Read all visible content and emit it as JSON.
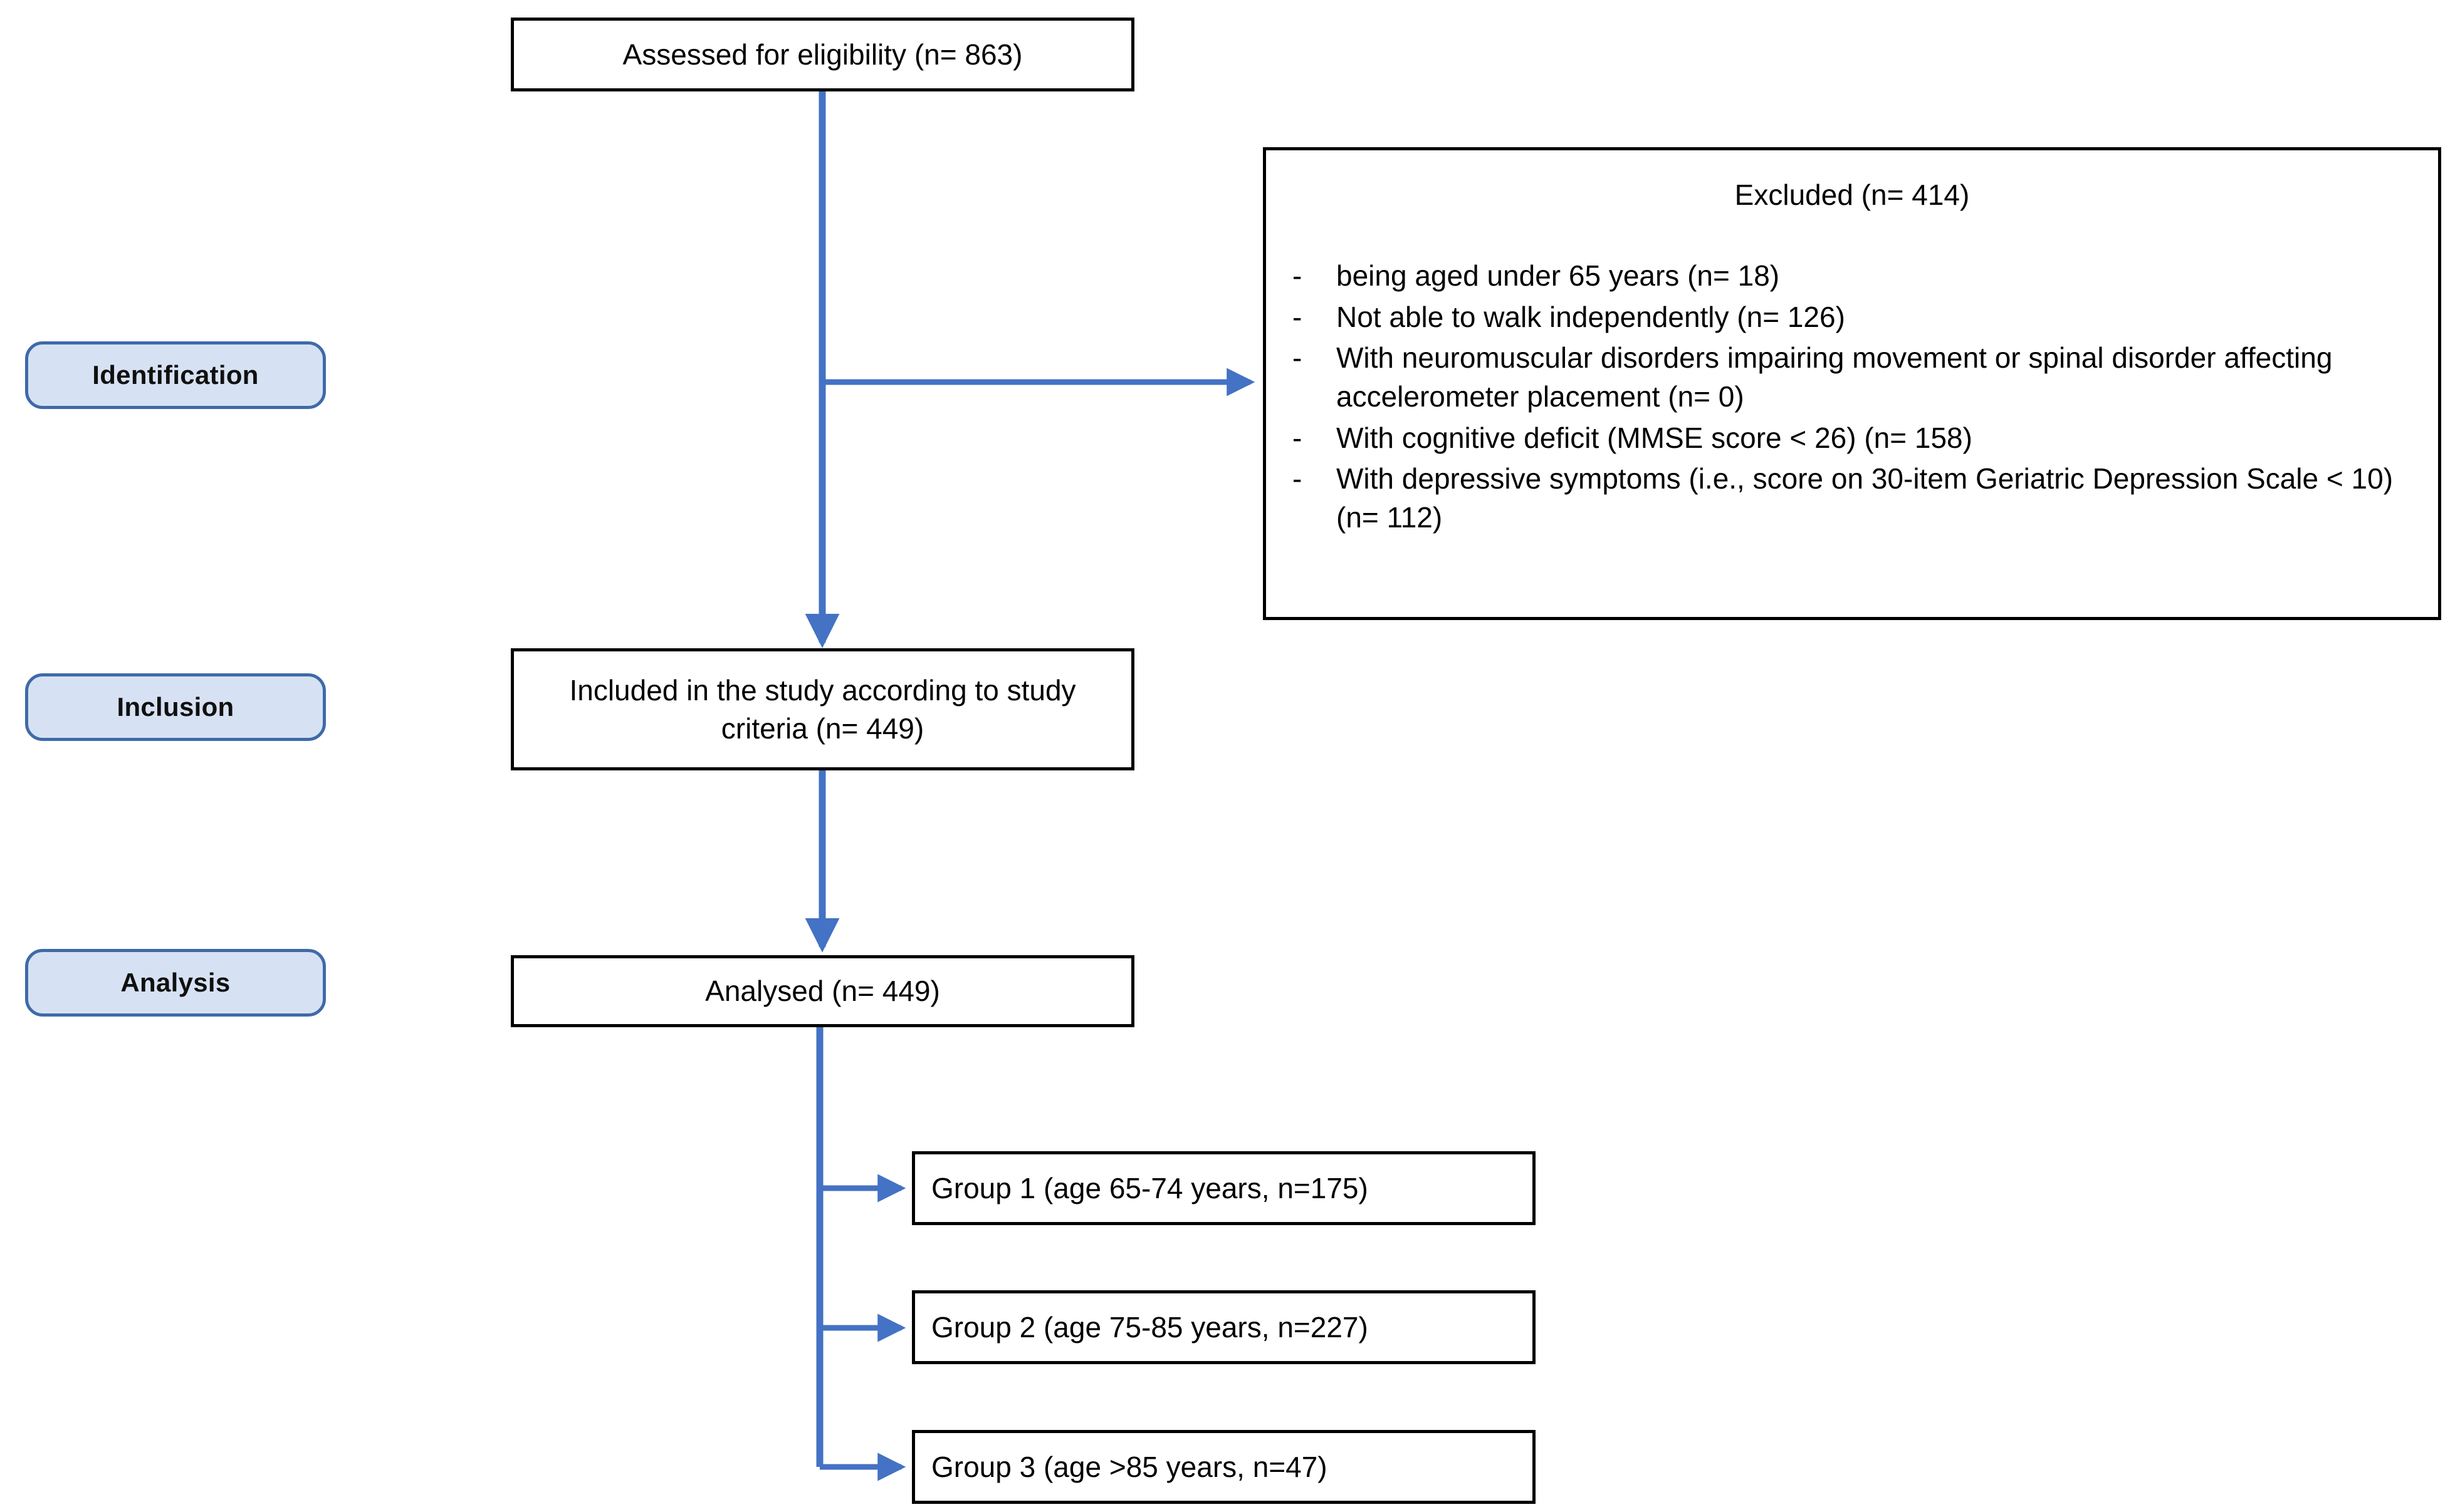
{
  "figure": {
    "type": "study-flow-diagram",
    "accent_color": "#4472c4",
    "box_border_color": "#000000",
    "stage_fill_color": "#d6e2f3",
    "stage_border_color": "#3f6aa8"
  },
  "stages": [
    {
      "id": "identification",
      "label": "Identification"
    },
    {
      "id": "inclusion",
      "label": "Inclusion"
    },
    {
      "id": "analysis",
      "label": "Analysis"
    }
  ],
  "nodes": {
    "assessed": {
      "label": "Assessed  for eligibility (n= 863)"
    },
    "included": {
      "label": "Included in the study according to study criteria (n= 449)"
    },
    "analysed": {
      "label": "Analysed (n= 449)"
    }
  },
  "excluded": {
    "title": "Excluded (n= 414)",
    "bullet_marker": "-",
    "items": [
      "being aged under 65 years (n= 18)",
      "Not able to walk independently (n= 126)",
      "With neuromuscular disorders impairing movement or spinal disorder affecting accelerometer placement (n= 0)",
      "With cognitive deficit (MMSE score < 26) (n= 158)",
      "With depressive symptoms (i.e., score on 30-item Geriatric Depression Scale < 10) (n= 112)"
    ]
  },
  "groups": [
    {
      "id": "group-1",
      "label": "Group 1 (age 65-74 years, n=175)"
    },
    {
      "id": "group-2",
      "label": "Group 2 (age 75-85 years, n=227)"
    },
    {
      "id": "group-3",
      "label": "Group 3 (age >85 years, n=47)"
    }
  ]
}
